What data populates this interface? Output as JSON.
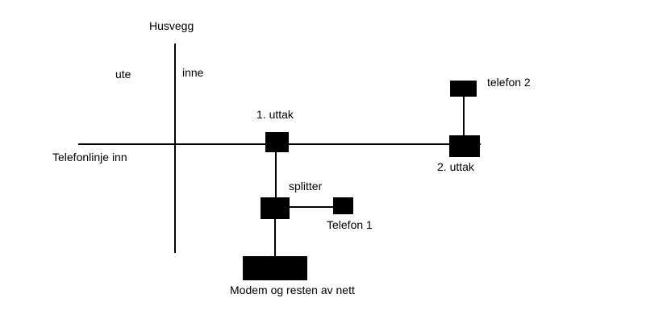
{
  "labels": {
    "wall": "Husvegg",
    "outside": "ute",
    "inside": "inne",
    "line_in": "Telefonlinje inn",
    "outlet1": "1. uttak",
    "outlet2": "2. uttak",
    "phone2": "telefon 2",
    "splitter": "splitter",
    "phone1": "Telefon 1",
    "modem": "Modem og resten av nett"
  },
  "colors": {
    "line": "#000000",
    "box": "#000000",
    "background": "#ffffff"
  }
}
